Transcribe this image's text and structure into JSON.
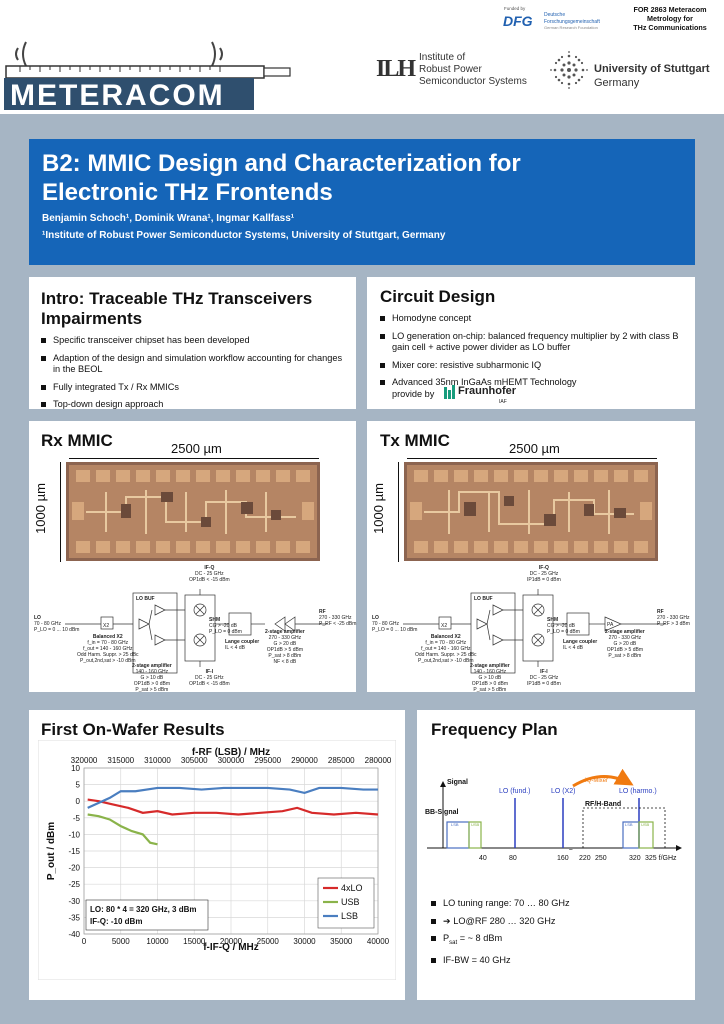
{
  "header": {
    "logo_text": "METERACOM",
    "dfg": {
      "funded_by": "Funded by",
      "abbr": "DFG",
      "name_line1": "Deutsche",
      "name_line2": "Forschungsgemeinschaft",
      "name_line3": "German Research Foundation"
    },
    "for_label": [
      "FOR 2863 Meteracom",
      "Metrology for",
      "THz Communications"
    ],
    "ilh": {
      "mark": "ILH",
      "lines": [
        "Institute of",
        "Robust Power",
        "Semiconductor Systems"
      ]
    },
    "uni": {
      "line1": "University of Stuttgart",
      "line2": "Germany"
    }
  },
  "title": {
    "line1": "B2: MMIC Design and Characterization for",
    "line2": "Electronic THz Frontends",
    "authors": "Benjamin Schoch¹, Dominik Wrana¹, Ingmar Kallfass¹",
    "affiliation": "¹Institute of Robust Power Semiconductor Systems, University of Stuttgart, Germany"
  },
  "intro": {
    "title_line1": "Intro: Traceable THz Transceivers",
    "title_line2": "Impairments",
    "bullets": [
      "Specific transceiver chipset has been developed",
      "Adaption of the design and simulation workflow accounting for changes in the BEOL",
      "Fully integrated Tx / Rx MMICs",
      "Top-down design approach"
    ]
  },
  "circuit": {
    "title": "Circuit Design",
    "bullets": [
      "Homodyne concept",
      "LO generation on-chip: balanced frequency multiplier by 2 with class B gain cell + active power divider as LO buffer",
      "Mixer core: resistive subharmonic IQ",
      "Advanced 35nm InGaAs mHEMT Technology"
    ],
    "provided_by": "provide by",
    "fraunhofer": "Fraunhofer",
    "iaf": "IAF"
  },
  "rx": {
    "title": "Rx MMIC",
    "width": "2500 µm",
    "height": "1000 µm",
    "block": {
      "lo": [
        "LO",
        "70 - 80 GHz",
        "P_LO = 0 ... 10 dBm"
      ],
      "x2": "X2",
      "balanced": [
        "Balanced X2",
        "f_in = 70 - 80 GHz",
        "f_out = 140 - 160 GHz",
        "Odd Harm. Suppr. > 25 dBc",
        "P_out,2nd,sat > -10 dBm"
      ],
      "lobuf": "LO BUF",
      "twostage": [
        "2-stage amplifier",
        "140 - 160 GHz",
        "G > 10 dB",
        "OP1dB > 0 dBm",
        "P_sat > 5 dBm"
      ],
      "ifq": [
        "IF-Q",
        "DC - 25 GHz",
        "OP1dB < -15 dBm"
      ],
      "shm": [
        "SHM",
        "CG > -20 dB",
        "P_LO = 0 dBm"
      ],
      "ifi": [
        "IF-I",
        "DC - 25 GHz",
        "OP1dB < -15 dBm"
      ],
      "coupler": [
        "Lange coupler",
        "IL < 4 dB"
      ],
      "amp": [
        "2-stage amplifier",
        "270 - 330 GHz",
        "G > 20 dB",
        "OP1dB > 5 dBm",
        "P_sat > 8 dBm",
        "NF < 8 dB"
      ],
      "rf": [
        "RF",
        "270 - 330 GHz",
        "P_RF < -25 dBm"
      ]
    }
  },
  "tx": {
    "title": "Tx MMIC",
    "width": "2500 µm",
    "height": "1000 µm",
    "block": {
      "lo": [
        "LO",
        "70 - 80 GHz",
        "P_LO = 0 ... 10 dBm"
      ],
      "x2": "X2",
      "balanced": [
        "Balanced X2",
        "f_in = 70 - 80 GHz",
        "f_out = 140 - 160 GHz",
        "Odd Harm. Suppr. > 25 dBc",
        "P_out,2nd,sat > -10 dBm"
      ],
      "lobuf": "LO BUF",
      "twostage": [
        "2-stage amplifier",
        "140 - 160 GHz",
        "G > 10 dB",
        "OP1dB > 0 dBm",
        "P_sat > 5 dBm"
      ],
      "ifq": [
        "IF-Q",
        "DC - 25 GHz",
        "IP1dB = 0 dBm"
      ],
      "shm": [
        "SHM",
        "CG > -20 dB",
        "P_LO = 0 dBm"
      ],
      "ifi": [
        "IF-I",
        "DC - 25 GHz",
        "IP1dB = 0 dBm"
      ],
      "coupler": [
        "Lange coupler",
        "IL < 4 dB"
      ],
      "pa": "PA",
      "amp": [
        "2-stage amplifier",
        "270 - 330 GHz",
        "G > 20 dB",
        "OP1dB > 5 dBm",
        "P_sat > 8 dBm"
      ],
      "rf": [
        "RF",
        "270 - 330 GHz",
        "P_RF > 3 dBm"
      ]
    }
  },
  "results": {
    "title": "First On-Wafer Results"
  },
  "chart_data": [
    {
      "type": "line",
      "title": "",
      "xlabel": "f-IF-Q / MHz",
      "ylabel": "P_out / dBm",
      "top_xlabel": "f-RF (LSB) / MHz",
      "xlim": [
        0,
        40000
      ],
      "ylim": [
        -40,
        10
      ],
      "xticks": [
        0,
        5000,
        10000,
        15000,
        20000,
        25000,
        30000,
        35000,
        40000
      ],
      "top_xticks": [
        320000,
        315000,
        310000,
        305000,
        300000,
        295000,
        290000,
        285000,
        280000
      ],
      "yticks": [
        10,
        5,
        0,
        -5,
        -10,
        -15,
        -20,
        -25,
        -30,
        -35,
        -40
      ],
      "grid": true,
      "legend_position": "right",
      "annotation": [
        "LO: 80 * 4 = 320 GHz, 3 dBm",
        "IF-Q: -10 dBm"
      ],
      "series": [
        {
          "name": "4xLO",
          "color": "#d62a2a",
          "x": [
            500,
            2000,
            4000,
            6000,
            8000,
            10000,
            12000,
            15000,
            18000,
            21000,
            24000,
            27000,
            29000,
            31000,
            34000,
            37000,
            40000
          ],
          "y": [
            0.5,
            0,
            -1,
            -2,
            -3.5,
            -3,
            -4,
            -3.5,
            -3.5,
            -4,
            -3.5,
            -3,
            -2,
            -3.5,
            -4,
            -3.5,
            -4
          ]
        },
        {
          "name": "USB",
          "color": "#8ab34a",
          "x": [
            500,
            2000,
            3500,
            5000,
            6500,
            8000,
            9000,
            10000
          ],
          "y": [
            -4,
            -4.5,
            -5.5,
            -7.5,
            -9,
            -10,
            -12.5,
            -13
          ]
        },
        {
          "name": "LSB",
          "color": "#4a7ec0",
          "x": [
            500,
            2000,
            3500,
            5000,
            7000,
            10000,
            13000,
            16000,
            19000,
            22000,
            25000,
            28000,
            30000,
            32000,
            35000,
            38000,
            40000
          ],
          "y": [
            -2,
            -0.5,
            1,
            3,
            3,
            4,
            4,
            3.5,
            4,
            4,
            4,
            3.5,
            2.5,
            4,
            4,
            3.5,
            3.5
          ]
        }
      ]
    }
  ],
  "freq": {
    "title": "Frequency Plan",
    "signal": "Signal",
    "bb_signal": "BB-Signal",
    "lo_fund": "LO (fund.)",
    "lo_x2": "LO (X2)",
    "iq_mixer": "IQ-Mixer",
    "lo_harmo": "LO (harmo.)",
    "rfh": "RF/H-Band",
    "lsb": "LSB",
    "usb": "USB",
    "ticks": [
      "40",
      "80",
      "160",
      "220",
      "250",
      "320",
      "325 f/GHz"
    ],
    "bullets": [
      "LO tuning range: 70 … 80 GHz",
      "➔ LO@RF 280 … 320 GHz",
      "~ 8 dBm",
      "IF-BW = 40 GHz"
    ],
    "psat": "P",
    "psat_sub": "sat",
    "psat_eq": " = "
  }
}
